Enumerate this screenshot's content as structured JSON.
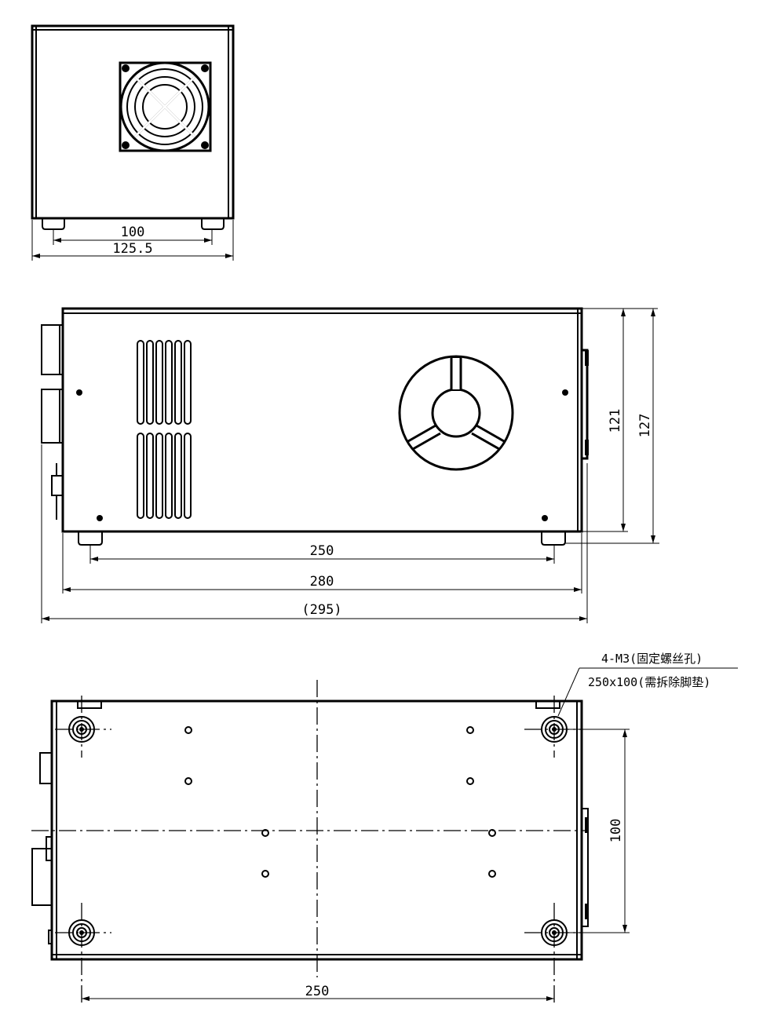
{
  "front_view": {
    "dim_feet_spacing": "100",
    "dim_width": "125.5"
  },
  "side_view": {
    "dim_height_body": "121",
    "dim_height_total": "127",
    "dim_feet_spacing": "250",
    "dim_length_body": "280",
    "dim_length_overall": "(295)"
  },
  "bottom_view": {
    "note_line1": "4-M3(固定螺丝孔)",
    "note_line2": "250x100(需拆除脚垫)",
    "dim_hole_spacing_y": "100",
    "dim_hole_spacing_x": "250"
  }
}
